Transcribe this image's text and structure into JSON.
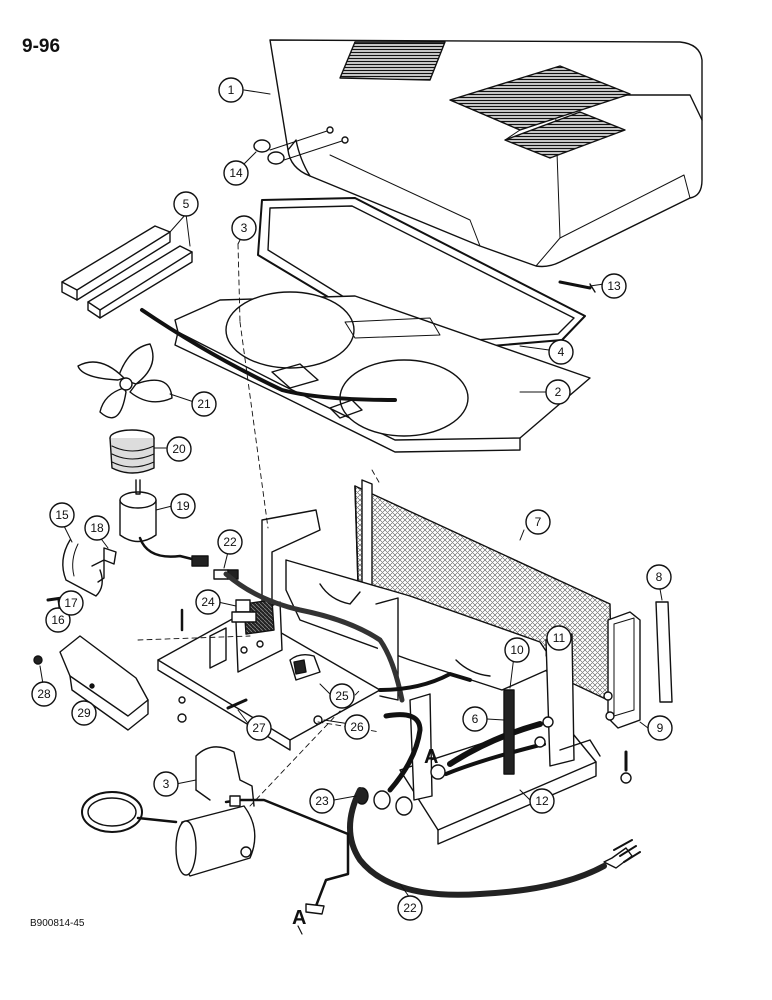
{
  "page_number": "9-96",
  "figure_code": "B900814-45",
  "section_label": "A",
  "callouts": [
    {
      "id": "c1",
      "number": "1"
    },
    {
      "id": "c2",
      "number": "2"
    },
    {
      "id": "c3a",
      "number": "3"
    },
    {
      "id": "c3b",
      "number": "3"
    },
    {
      "id": "c4",
      "number": "4"
    },
    {
      "id": "c5",
      "number": "5"
    },
    {
      "id": "c6",
      "number": "6"
    },
    {
      "id": "c7",
      "number": "7"
    },
    {
      "id": "c8",
      "number": "8"
    },
    {
      "id": "c9",
      "number": "9"
    },
    {
      "id": "c10",
      "number": "10"
    },
    {
      "id": "c11",
      "number": "11"
    },
    {
      "id": "c12",
      "number": "12"
    },
    {
      "id": "c13",
      "number": "13"
    },
    {
      "id": "c14",
      "number": "14"
    },
    {
      "id": "c15",
      "number": "15"
    },
    {
      "id": "c16",
      "number": "16"
    },
    {
      "id": "c17",
      "number": "17"
    },
    {
      "id": "c18",
      "number": "18"
    },
    {
      "id": "c19",
      "number": "19"
    },
    {
      "id": "c20",
      "number": "20"
    },
    {
      "id": "c21",
      "number": "21"
    },
    {
      "id": "c22a",
      "number": "22"
    },
    {
      "id": "c22b",
      "number": "22"
    },
    {
      "id": "c23",
      "number": "23"
    },
    {
      "id": "c24",
      "number": "24"
    },
    {
      "id": "c25",
      "number": "25"
    },
    {
      "id": "c26",
      "number": "26"
    },
    {
      "id": "c27",
      "number": "27"
    },
    {
      "id": "c28",
      "number": "28"
    },
    {
      "id": "c29",
      "number": "29"
    }
  ]
}
